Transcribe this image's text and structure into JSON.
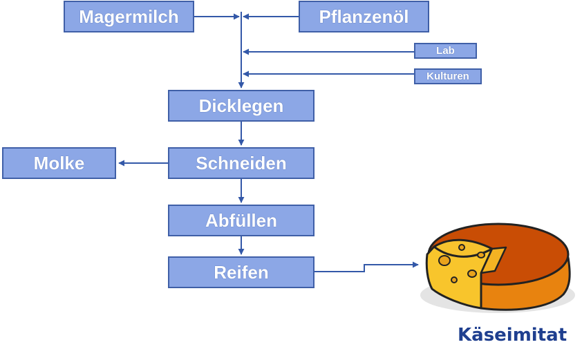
{
  "nodes": {
    "magermilch": "Magermilch",
    "pflanzenoel": "Pflanzenöl",
    "lab": "Lab",
    "kulturen": "Kulturen",
    "dicklegen": "Dicklegen",
    "schneiden": "Schneiden",
    "molke": "Molke",
    "abfuellen": "Abfüllen",
    "reifen": "Reifen"
  },
  "product": {
    "label": "Käseimitat",
    "icon": "cheese-wheel-icon"
  },
  "colors": {
    "box_fill": "#8ca7e6",
    "box_border": "#3f5fa7",
    "arrow": "#3358a8",
    "label_text": "#1f3f8f"
  }
}
